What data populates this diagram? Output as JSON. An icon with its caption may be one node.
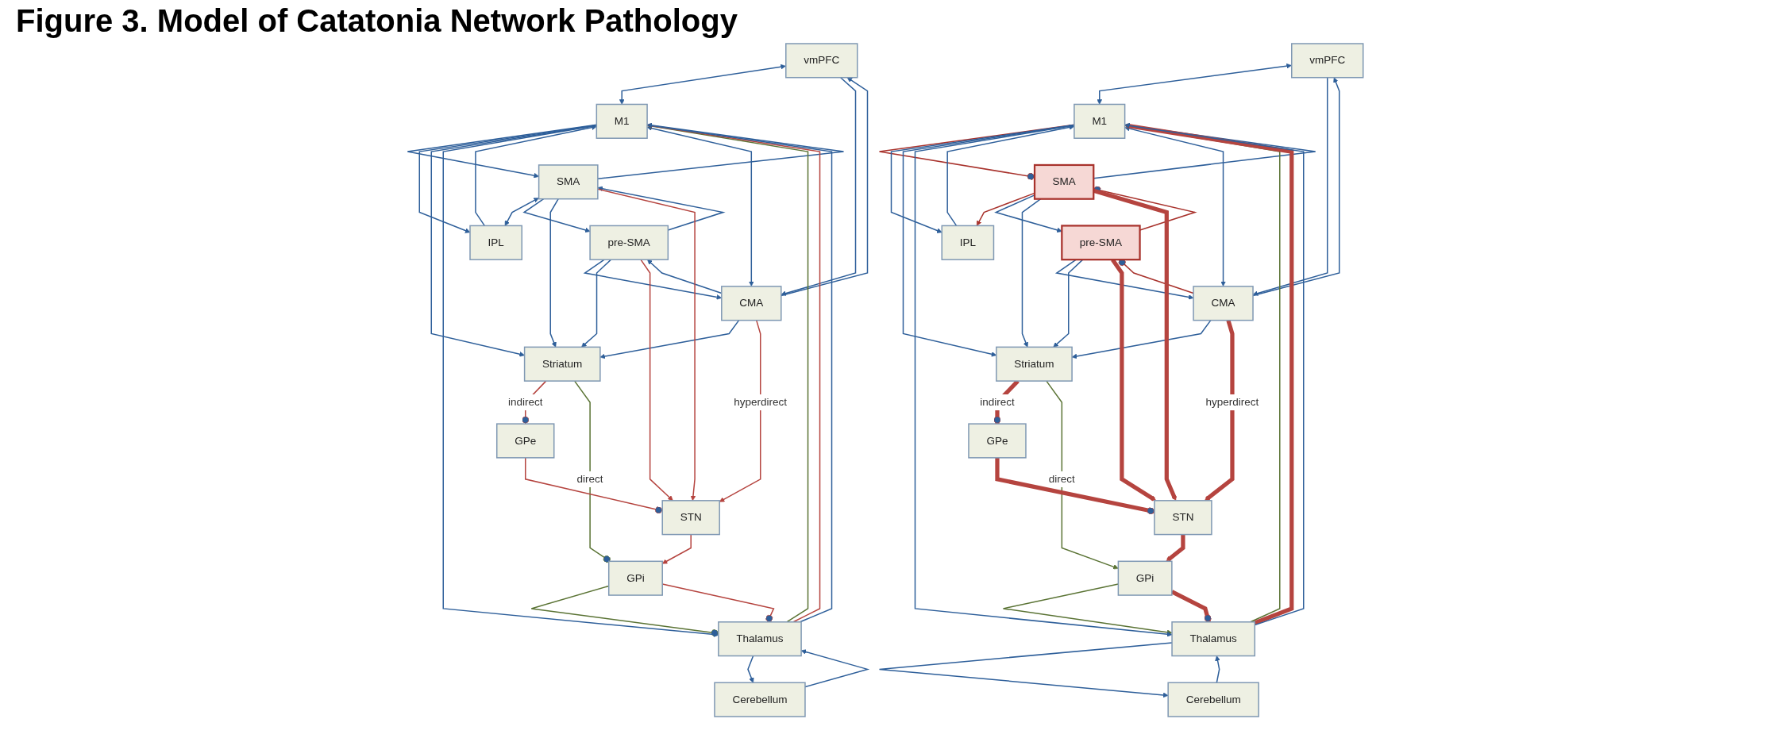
{
  "diagram": {
    "title": "Figure 3. Model of Catatonia Network Pathology",
    "nodes": [
      {
        "text": [
          "vmPFC"
        ]
      },
      {
        "text": [
          "CMA"
        ]
      },
      {
        "text": [
          "pre-SMA"
        ]
      },
      {
        "text": [
          "SMA"
        ]
      },
      {
        "text": [
          "M1"
        ]
      },
      {
        "text": [
          "IPL"
        ]
      },
      {
        "text": [
          "Striatum"
        ]
      },
      {
        "text": [
          "GPe"
        ]
      },
      {
        "text": [
          "GPi"
        ]
      },
      {
        "text": [
          "Thalamus"
        ]
      },
      {
        "text": [
          "Cerebellum"
        ]
      },
      {
        "text": [
          "STN"
        ]
      },
      {
        "text": [
          "vmPFC"
        ]
      },
      {
        "text": [
          "CMA"
        ]
      },
      {
        "text": [
          "pre-SMA"
        ]
      },
      {
        "text": [
          "SMA"
        ]
      },
      {
        "text": [
          "M1"
        ]
      },
      {
        "text": [
          "IPL"
        ]
      },
      {
        "text": [
          "Striatum"
        ]
      },
      {
        "text": [
          "GPe"
        ]
      },
      {
        "text": [
          "GPi"
        ]
      },
      {
        "text": [
          "Thalamus"
        ]
      },
      {
        "text": [
          "Cerebellum"
        ]
      },
      {
        "text": [
          "STN"
        ]
      }
    ],
    "edges": [
      {
        "from": 0,
        "to": 4,
        "arrow": "both"
      },
      {
        "from": 1,
        "to": 4,
        "arrow": "both"
      },
      {
        "from": 3,
        "to": 5,
        "arrow": "both"
      },
      {
        "from": 0,
        "to": 1,
        "arrow": "to"
      },
      {
        "from": 1,
        "to": 0,
        "arrow": "to"
      },
      {
        "from": 1,
        "to": 2,
        "arrow": "to"
      },
      {
        "from": 2,
        "to": 1,
        "arrow": "to"
      },
      {
        "from": 2,
        "to": 3,
        "arrow": "to"
      },
      {
        "from": 3,
        "to": 2,
        "arrow": "to"
      },
      {
        "from": 3,
        "to": 4,
        "arrow": "to"
      },
      {
        "from": 4,
        "to": 3,
        "arrow": "to"
      },
      {
        "from": 4,
        "to": 5,
        "arrow": "to"
      },
      {
        "from": 5,
        "to": 4,
        "arrow": "to"
      },
      {
        "from": 1,
        "to": 6,
        "arrow": "to"
      },
      {
        "from": 2,
        "to": 6,
        "arrow": "to"
      },
      {
        "from": 3,
        "to": 6,
        "arrow": "to"
      },
      {
        "from": 4,
        "to": 6,
        "arrow": "to"
      },
      {
        "from": 1,
        "to": 11,
        "arrow": "to",
        "label": "hyperdirect",
        "color": "#b5443f"
      },
      {
        "from": 2,
        "to": 11,
        "arrow": "to",
        "color": "#b5443f"
      },
      {
        "from": 3,
        "to": 11,
        "arrow": "to",
        "color": "#b5443f"
      },
      {
        "from": 6,
        "to": 7,
        "arrow": "other",
        "label": "indirect",
        "color": "#b5443f"
      },
      {
        "from": 6,
        "to": 8,
        "arrow": "other",
        "label": "direct",
        "color": "#5a7334"
      },
      {
        "from": 7,
        "to": 11,
        "arrow": "other",
        "color": "#b5443f"
      },
      {
        "from": 11,
        "to": 8,
        "arrow": "to",
        "color": "#b5443f"
      },
      {
        "from": 8,
        "to": 9,
        "arrow": "other",
        "color": "#5a7334"
      },
      {
        "from": 8,
        "to": 9,
        "arrow": "other",
        "color": "#b5443f"
      },
      {
        "from": 9,
        "to": 4,
        "arrow": "to",
        "color": "#5a7334"
      },
      {
        "from": 9,
        "to": 4,
        "arrow": "to",
        "color": "#b5443f"
      },
      {
        "from": 9,
        "to": 4,
        "arrow": "to"
      },
      {
        "from": 4,
        "to": 9,
        "arrow": "to"
      },
      {
        "from": 9,
        "to": 10,
        "arrow": "to"
      },
      {
        "from": 10,
        "to": 9,
        "arrow": "to"
      },
      {
        "from": 12,
        "to": 16,
        "arrow": "both"
      },
      {
        "from": 13,
        "to": 16,
        "arrow": "both"
      },
      {
        "from": 15,
        "to": 17,
        "arrow": "to",
        "color": "#a8322c"
      },
      {
        "from": 12,
        "to": 13,
        "arrow": "to"
      },
      {
        "from": 13,
        "to": 12,
        "arrow": "to"
      },
      {
        "from": 13,
        "to": 14,
        "arrow": "other",
        "color": "#a8322c"
      },
      {
        "from": 14,
        "to": 13,
        "arrow": "to"
      },
      {
        "from": 14,
        "to": 15,
        "arrow": "other",
        "color": "#a8322c"
      },
      {
        "from": 15,
        "to": 14,
        "arrow": "to"
      },
      {
        "from": 15,
        "to": 16,
        "arrow": "to"
      },
      {
        "from": 16,
        "to": 15,
        "arrow": "other",
        "color": "#a8322c"
      },
      {
        "from": 16,
        "to": 17,
        "arrow": "to"
      },
      {
        "from": 17,
        "to": 16,
        "arrow": "to"
      },
      {
        "from": 13,
        "to": 18,
        "arrow": "to"
      },
      {
        "from": 14,
        "to": 18,
        "arrow": "to"
      },
      {
        "from": 15,
        "to": 18,
        "arrow": "to"
      },
      {
        "from": 16,
        "to": 18,
        "arrow": "to"
      },
      {
        "from": 13,
        "to": 23,
        "arrow": "to",
        "label": "hyperdirect",
        "style": "thick",
        "color": "#b5443f"
      },
      {
        "from": 14,
        "to": 23,
        "arrow": "to",
        "style": "thick",
        "color": "#b5443f"
      },
      {
        "from": 15,
        "to": 23,
        "arrow": "to",
        "style": "thick",
        "color": "#b5443f"
      },
      {
        "from": 18,
        "to": 19,
        "arrow": "other",
        "label": "indirect",
        "style": "thick",
        "color": "#b5443f"
      },
      {
        "from": 18,
        "to": 20,
        "arrow": "to",
        "label": "direct",
        "color": "#5a7334"
      },
      {
        "from": 19,
        "to": 23,
        "arrow": "other",
        "style": "thick",
        "color": "#b5443f"
      },
      {
        "from": 23,
        "to": 20,
        "arrow": "to",
        "style": "thick",
        "color": "#b5443f"
      },
      {
        "from": 20,
        "to": 21,
        "arrow": "to",
        "color": "#5a7334"
      },
      {
        "from": 20,
        "to": 21,
        "arrow": "other",
        "style": "thick",
        "color": "#b5443f"
      },
      {
        "from": 21,
        "to": 16,
        "arrow": "to",
        "color": "#5a7334"
      },
      {
        "from": 21,
        "to": 16,
        "arrow": "to",
        "style": "thick",
        "color": "#b5443f"
      },
      {
        "from": 21,
        "to": 16,
        "arrow": "to"
      },
      {
        "from": 16,
        "to": 21,
        "arrow": "to"
      },
      {
        "from": 21,
        "to": 22,
        "arrow": "to"
      },
      {
        "from": 22,
        "to": 21,
        "arrow": "to"
      }
    ]
  }
}
